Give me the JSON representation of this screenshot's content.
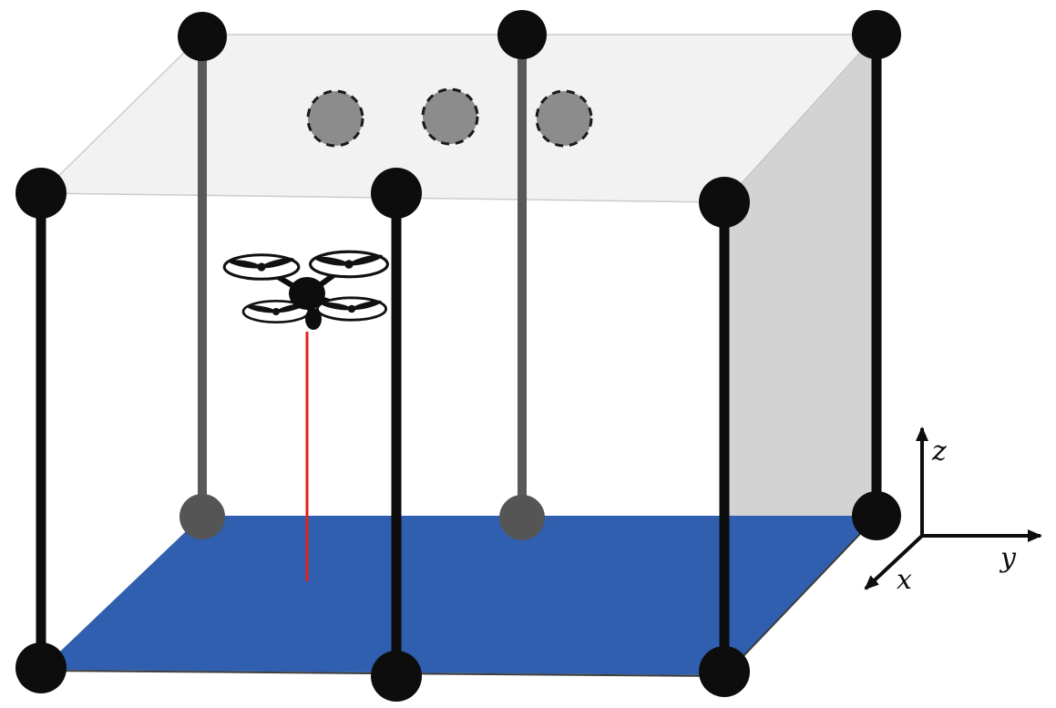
{
  "diagram": {
    "kind": "3d-flight-arena-diagram",
    "axis_labels": {
      "x": "x",
      "y": "y",
      "z": "z"
    },
    "waypoints": {
      "count": 3
    },
    "posts": {
      "black_count": 7,
      "gray_count": 2
    },
    "colors": {
      "background": "#ffffff",
      "floor": "#2f5fae",
      "floor_edge": "#3c3c3c",
      "top_face": "#f2f2f2",
      "top_face_edge": "#cccccc",
      "right_face": "#d3d3d3",
      "right_face_edge": "#c2c2c2",
      "post_black": "#0d0d0d",
      "pole_gray": "#595959",
      "sphere_gray": "#555555",
      "waypoint_fill": "#8c8c8c",
      "waypoint_stroke": "#1a1a1a",
      "tether_red": "#e32219",
      "axis": "#0d0d0d",
      "drone_body": "#0d0d0d",
      "rotor_fill": "#ffffff"
    }
  }
}
